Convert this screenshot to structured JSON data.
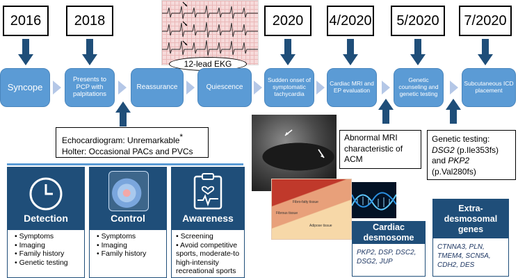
{
  "years": [
    "2016",
    "2018",
    "2020",
    "4/2020",
    "5/2020",
    "7/2020"
  ],
  "steps": [
    "Syncope",
    "Presents to PCP with palpitations",
    "Reassurance",
    "Quiescence",
    "Sudden onset of symptomatic tachycardia",
    "Cardiac MRI and EP evaluation",
    "Genetic counseling and genetic testing",
    "Subcutaneous ICD placement"
  ],
  "ekg_label": "12-lead EKG",
  "echo_box": {
    "line1": "Echocardiogram: Unremarkable",
    "asterisk": "*",
    "line2": "Holter: Occasional PACs and PVCs"
  },
  "mri_box": {
    "text": "Abnormal MRI characteristic of ACM"
  },
  "genetic_box": {
    "prefix": "Genetic testing:",
    "gene1": "DSG2",
    "variant1": " (p.Ile353fs)",
    "and": "and ",
    "gene2": "PKP2",
    "variant2": "(p.Val280fs)"
  },
  "tissue_labels": [
    "Fibro-fatty tissue",
    "Fibrous tissue",
    "Adipose tissue"
  ],
  "panels": [
    {
      "title": "Detection",
      "icon": "clock-icon",
      "items": [
        "Symptoms",
        "Imaging",
        "Family history",
        "Genetic testing"
      ]
    },
    {
      "title": "Control",
      "icon": "heart-anatomy-icon",
      "items": [
        "Symptoms",
        "Imaging",
        "Family history"
      ]
    },
    {
      "title": "Awareness",
      "icon": "clipboard-heart-icon",
      "items": [
        "Screening",
        "Avoid competitive sports, moderate-to high-intensity recreational sports"
      ]
    }
  ],
  "desmosome": {
    "title": "Cardiac desmosome",
    "genes": "PKP2, DSP, DSC2, DSG2, JUP"
  },
  "extra": {
    "title": "Extra-desmosomal genes",
    "genes": "CTNNA3, PLN, TMEM4, SCN5A, CDH2, DES"
  },
  "colors": {
    "step_blue": "#5b9bd5",
    "arrow_navy": "#1f4e79",
    "panel_navy": "#1f4e79",
    "chevron": "#b4c7e7"
  }
}
